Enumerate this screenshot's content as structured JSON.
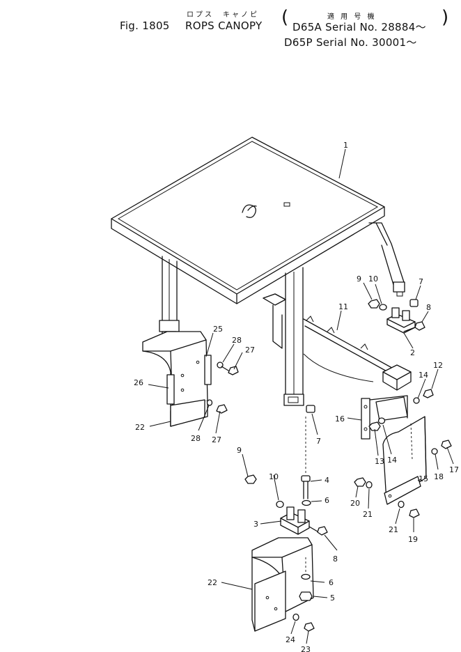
{
  "header": {
    "fig_label": "Fig. 1805",
    "jp_title": "ロプス　キャノピ",
    "title": "ROPS CANOPY",
    "jp_applicable": "適 用 号 機",
    "serial_a": "D65A  Serial No. 28884～",
    "serial_p": "D65P  Serial No. 30001～"
  },
  "callouts": [
    {
      "id": "c1",
      "text": "1"
    },
    {
      "id": "c2",
      "text": "2"
    },
    {
      "id": "c3",
      "text": "3"
    },
    {
      "id": "c4",
      "text": "4"
    },
    {
      "id": "c5",
      "text": "5"
    },
    {
      "id": "c6a",
      "text": "6"
    },
    {
      "id": "c6b",
      "text": "6"
    },
    {
      "id": "c7a",
      "text": "7"
    },
    {
      "id": "c7b",
      "text": "7"
    },
    {
      "id": "c8a",
      "text": "8"
    },
    {
      "id": "c8b",
      "text": "8"
    },
    {
      "id": "c9a",
      "text": "9"
    },
    {
      "id": "c9b",
      "text": "9"
    },
    {
      "id": "c10a",
      "text": "10"
    },
    {
      "id": "c10b",
      "text": "10"
    },
    {
      "id": "c11",
      "text": "11"
    },
    {
      "id": "c12",
      "text": "12"
    },
    {
      "id": "c13",
      "text": "13"
    },
    {
      "id": "c14a",
      "text": "14"
    },
    {
      "id": "c14b",
      "text": "14"
    },
    {
      "id": "c15",
      "text": "15"
    },
    {
      "id": "c16",
      "text": "16"
    },
    {
      "id": "c17",
      "text": "17"
    },
    {
      "id": "c18",
      "text": "18"
    },
    {
      "id": "c19",
      "text": "19"
    },
    {
      "id": "c20",
      "text": "20"
    },
    {
      "id": "c21a",
      "text": "21"
    },
    {
      "id": "c21b",
      "text": "21"
    },
    {
      "id": "c22a",
      "text": "22"
    },
    {
      "id": "c22b",
      "text": "22"
    },
    {
      "id": "c23",
      "text": "23"
    },
    {
      "id": "c24",
      "text": "24"
    },
    {
      "id": "c25",
      "text": "25"
    },
    {
      "id": "c26",
      "text": "26"
    },
    {
      "id": "c27a",
      "text": "27"
    },
    {
      "id": "c27b",
      "text": "27"
    },
    {
      "id": "c28a",
      "text": "28"
    },
    {
      "id": "c28b",
      "text": "28"
    }
  ]
}
